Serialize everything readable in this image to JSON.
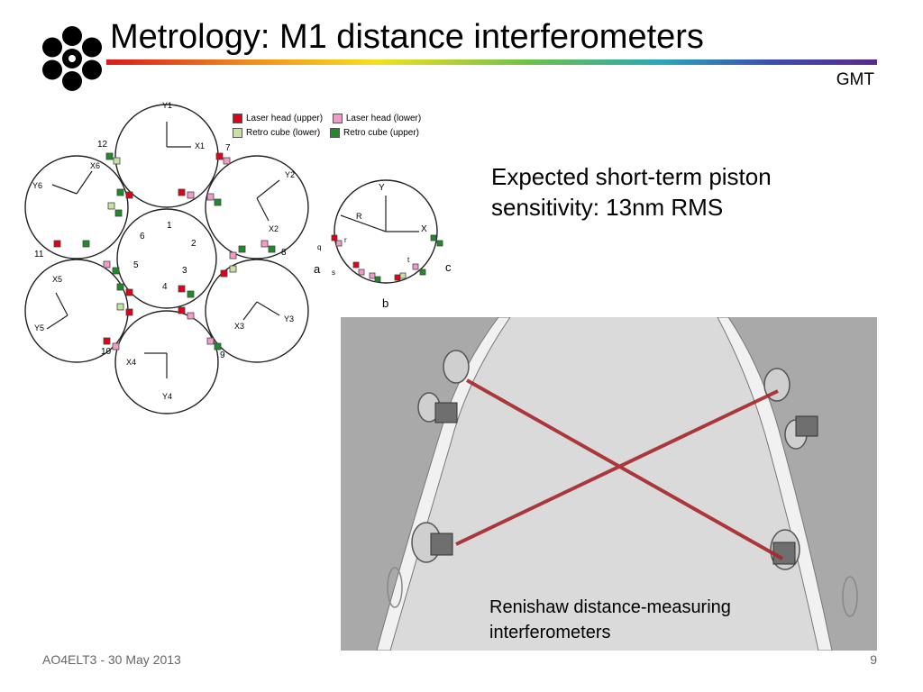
{
  "slide": {
    "title": "Metrology: M1 distance interferometers",
    "org": "GMT",
    "sensitivity_text": "Expected short-term piston sensitivity: 13nm RMS",
    "caption": "Renishaw distance-measuring interferometers",
    "footer_left": "AO4ELT3 - 30 May 2013",
    "page_number": "9"
  },
  "legend": {
    "items": [
      {
        "label": "Laser head (upper)",
        "color": "#e0001a"
      },
      {
        "label": "Laser head (lower)",
        "color": "#f39bc7"
      },
      {
        "label": "Retro cube (lower)",
        "color": "#c6e3a2"
      },
      {
        "label": "Retro cube (upper)",
        "color": "#1e8a2c"
      }
    ]
  },
  "segment_diagram": {
    "outer_labels": [
      "12",
      "7",
      "11",
      "8",
      "10",
      "9"
    ],
    "inner_labels": [
      "1",
      "2",
      "3",
      "4",
      "5",
      "6"
    ],
    "axis_labels": [
      "Y1",
      "X1",
      "Y2",
      "X2",
      "Y3",
      "X3",
      "Y4",
      "X4",
      "Y5",
      "X5",
      "Y6",
      "X6"
    ]
  },
  "detail_diagram": {
    "axis_y": "Y",
    "axis_x": "X",
    "radius_label": "R",
    "group_labels": [
      "a",
      "b",
      "c"
    ],
    "point_labels": [
      "q",
      "r",
      "s",
      "t"
    ]
  },
  "colors": {
    "laser_upper": "#e0001a",
    "laser_lower": "#f39bc7",
    "retro_lower": "#c6e3a2",
    "retro_upper": "#1e8a2c",
    "beam": "#a8262a"
  },
  "icons": {
    "logo": "gmt-seven-segment-logo-icon"
  }
}
